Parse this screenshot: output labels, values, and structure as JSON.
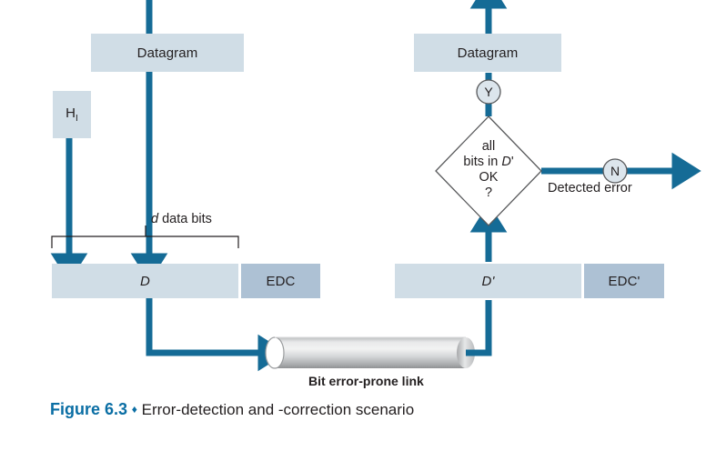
{
  "figure": {
    "number_label": "Figure 6.3",
    "separator": "♦",
    "title": "Error-detection and -correction scenario"
  },
  "colors": {
    "link_blue": "#156b96",
    "box_light": "#d0dde6",
    "box_dark": "#adc1d4",
    "outline_gray": "#58595b",
    "accent_caption": "#0a6ea4"
  },
  "sender": {
    "datagram_label": "Datagram",
    "header_label": "H",
    "header_subscript": "I",
    "bracket_label_prefix": "d",
    "bracket_label_suffix": " data bits",
    "data_field_label": "D",
    "edc_field_label": "EDC"
  },
  "link": {
    "label": "Bit error-prone link"
  },
  "receiver": {
    "datagram_label": "Datagram",
    "data_field_label": "D'",
    "edc_field_label": "EDC'",
    "decision_line1": "all",
    "decision_line2_prefix": "bits in ",
    "decision_line2_italic": "D",
    "decision_line2_suffix": "'",
    "decision_line3": "OK",
    "decision_line4": "?",
    "yes_node_label": "Y",
    "no_node_label": "N",
    "detected_error_label": "Detected error"
  }
}
